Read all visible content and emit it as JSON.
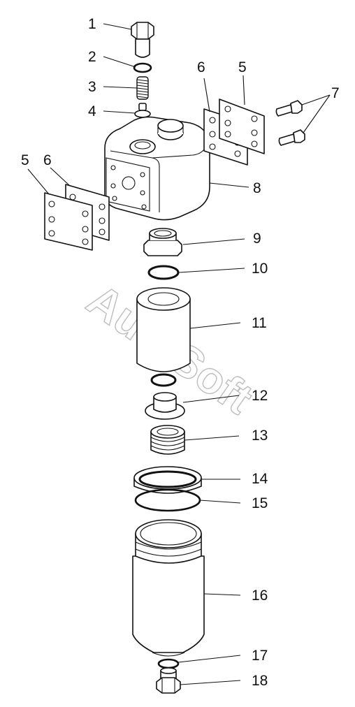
{
  "watermark": "AutoSoft",
  "callouts": [
    {
      "id": "c1",
      "text": "1"
    },
    {
      "id": "c2",
      "text": "2"
    },
    {
      "id": "c3",
      "text": "3"
    },
    {
      "id": "c4",
      "text": "4"
    },
    {
      "id": "c5a",
      "text": "5"
    },
    {
      "id": "c5b",
      "text": "5"
    },
    {
      "id": "c6a",
      "text": "6"
    },
    {
      "id": "c6b",
      "text": "6"
    },
    {
      "id": "c7",
      "text": "7"
    },
    {
      "id": "c8",
      "text": "8"
    },
    {
      "id": "c9",
      "text": "9"
    },
    {
      "id": "c10",
      "text": "10"
    },
    {
      "id": "c11",
      "text": "11"
    },
    {
      "id": "c12",
      "text": "12"
    },
    {
      "id": "c13",
      "text": "13"
    },
    {
      "id": "c14",
      "text": "14"
    },
    {
      "id": "c15",
      "text": "15"
    },
    {
      "id": "c16",
      "text": "16"
    },
    {
      "id": "c17",
      "text": "17"
    },
    {
      "id": "c18",
      "text": "18"
    }
  ]
}
